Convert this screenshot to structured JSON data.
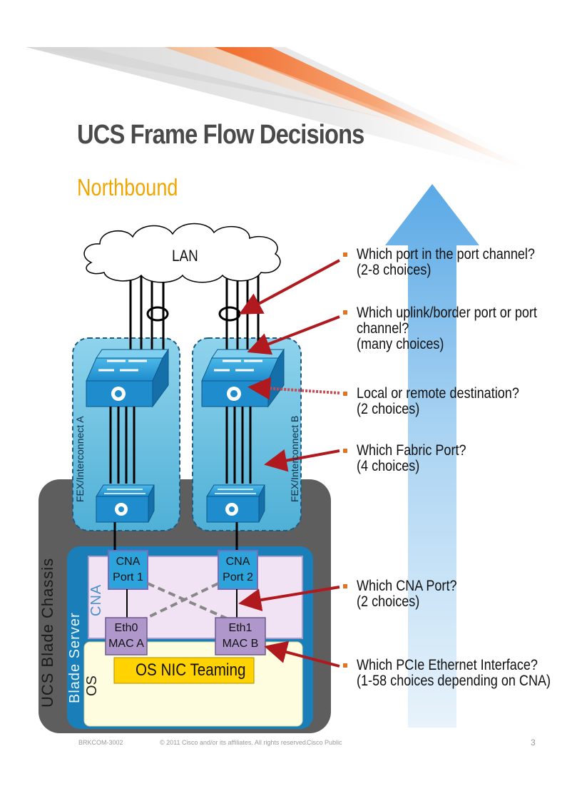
{
  "title": "UCS Frame Flow Decisions",
  "subtitle": "Northbound",
  "diagram": {
    "lan": "LAN",
    "fex_a": "FEX/Interconnect A",
    "fex_b": "FEX/Interconnect B",
    "chassis": "UCS Blade Chassis",
    "server": "Blade Server",
    "cna": "CNA",
    "os": "OS",
    "cna_port1": [
      "CNA",
      "Port 1"
    ],
    "cna_port2": [
      "CNA",
      "Port 2"
    ],
    "eth0": [
      "Eth0",
      "MAC A"
    ],
    "eth1": [
      "Eth1",
      "MAC B"
    ],
    "nic_teaming": "OS NIC Teaming"
  },
  "bullets": [
    {
      "lines": [
        "Which port in the port channel?",
        "(2-8 choices)"
      ]
    },
    {
      "lines": [
        "Which uplink/border port or port",
        "channel?",
        "(many choices)"
      ]
    },
    {
      "lines": [
        "Local or remote destination?",
        "(2 choices)"
      ]
    },
    {
      "lines": [
        "Which Fabric Port?",
        "(4 choices)"
      ]
    },
    {
      "lines": [
        "Which CNA Port?",
        "(2 choices)"
      ]
    },
    {
      "lines": [
        "Which PCIe Ethernet Interface?",
        "(1-58 choices depending on CNA)"
      ]
    }
  ],
  "footer": {
    "code": "BRKCOM-3002",
    "copyright": "© 2011 Cisco and/or its affiliates. All rights reserved.",
    "classification": "Cisco Public",
    "page": "3"
  },
  "colors": {
    "title": "#4a4a4a",
    "subtitle": "#f0a500",
    "bullet": "#e37222",
    "arrow_red": "#b0191e",
    "chassis_gray": "#5e5e5e",
    "server_blue": "#1a7fb8",
    "fex_fill": "#6ec2e0",
    "switch_blue": "#2da3db",
    "os_fill": "#fffde0",
    "teaming_fill": "#ffd200"
  }
}
